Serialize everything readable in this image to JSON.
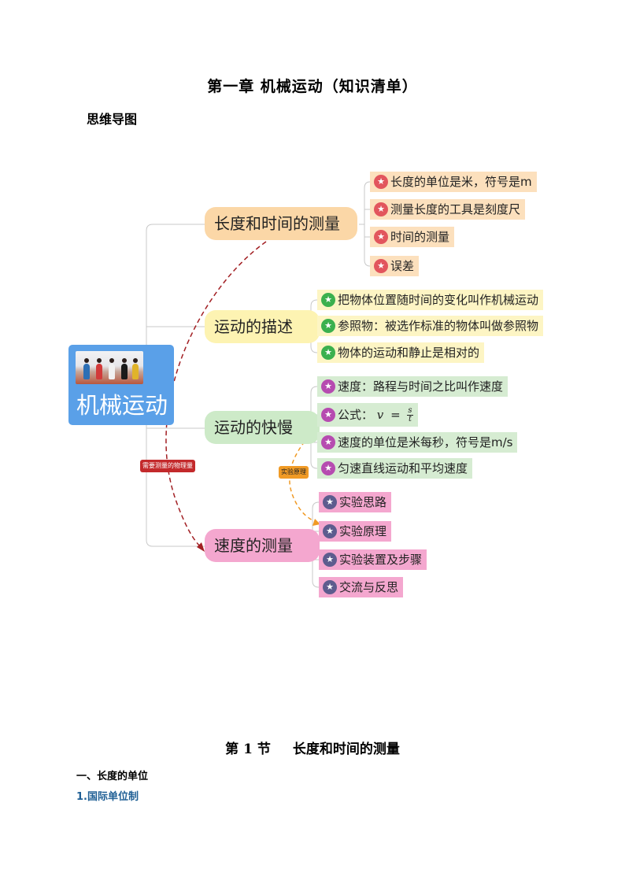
{
  "document": {
    "title": "第一章  机械运动（知识清单）",
    "mindmap_label": "思维导图",
    "section_number": "第 1 节",
    "section_title": "长度和时间的测量",
    "heading1": "一、长度的单位",
    "heading2": "1.国际单位制"
  },
  "mindmap": {
    "root": "机械运动",
    "branches": [
      {
        "label": "长度和时间的测量",
        "leaves": [
          "长度的单位是米，符号是m",
          "测量长度的工具是刻度尺",
          "时间的测量",
          "误差"
        ]
      },
      {
        "label": "运动的描述",
        "leaves": [
          "把物体位置随时间的变化叫作机械运动",
          "参照物：被选作标准的物体叫做参照物",
          "物体的运动和静止是相对的"
        ]
      },
      {
        "label": "运动的快慢",
        "leaves": [
          "速度：路程与时间之比叫作速度",
          "公式：",
          "速度的单位是米每秒，符号是m/s",
          "匀速直线运动和平均速度"
        ]
      },
      {
        "label": "速度的测量",
        "leaves": [
          "实验思路",
          "实验原理",
          "实验装置及步骤",
          "交流与反思"
        ]
      }
    ],
    "formula": {
      "lhs": "v",
      "equals": "=",
      "num": "s",
      "den": "t"
    },
    "relations": [
      {
        "label": "需要测量的物理量"
      },
      {
        "label": "实验原理"
      }
    ],
    "badge_icon": "star-icon",
    "colors": {
      "root": "#5aa0e8",
      "branch1": "#fbd7a7",
      "branch2": "#fdf3b2",
      "branch3": "#cdeac8",
      "branch4": "#f4a7cf",
      "relation_red": "#c3292b",
      "relation_orange": "#f09a25"
    }
  }
}
